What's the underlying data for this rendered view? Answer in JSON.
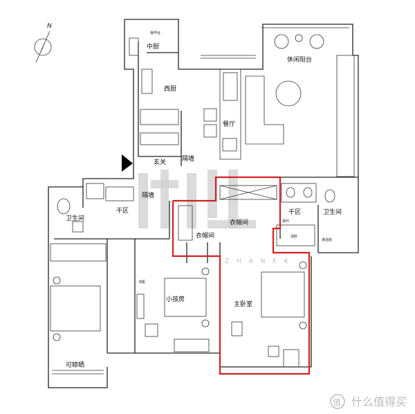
{
  "compass": {
    "north": "N"
  },
  "rooms": {
    "operation_counter": "操作台",
    "chinese_kitchen": "中厨",
    "western_kitchen": "西厨",
    "dining": "餐厅",
    "leisure_balcony": "休闲阳台",
    "entrance": "玄关",
    "partition_1": "隔墙",
    "partition_2": "隔墙",
    "dry_area_left": "干区",
    "bathroom_left": "卫生间",
    "cloakroom_main": "衣帽间",
    "cloakroom_small": "衣帽间",
    "kids_room": "小孩房",
    "bookcase": "书柜",
    "master_bedroom": "主卧室",
    "drying_balcony": "可晾晒",
    "dry_area_right": "干区",
    "bathroom_right": "卫生间",
    "louver": "百叶",
    "bathtub": "浴缸",
    "shower": "淋浴房"
  },
  "watermark": {
    "text": "住范儿",
    "sub": "Z H A N E K"
  },
  "logo": {
    "text": "什么值得买",
    "badge": "值"
  },
  "colors": {
    "highlight": "#d42020",
    "wall": "#222222"
  }
}
